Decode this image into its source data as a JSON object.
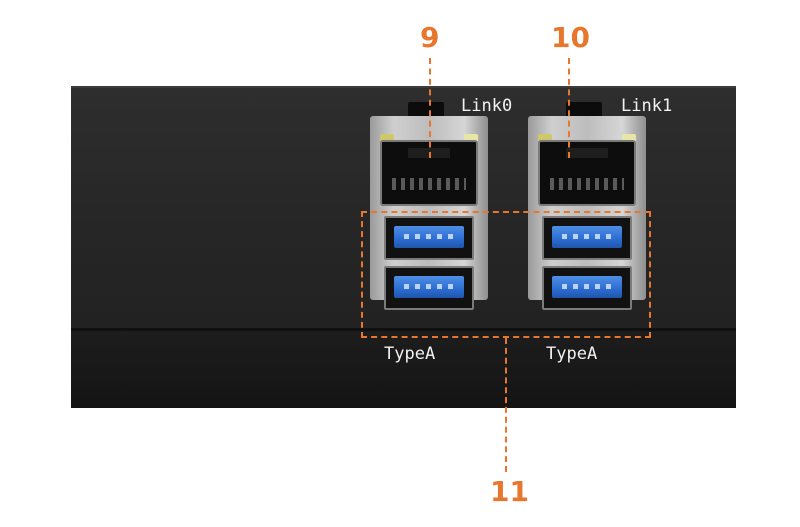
{
  "callouts": {
    "c9": "9",
    "c10": "10",
    "c11": "11"
  },
  "labels": {
    "link0": "Link0",
    "link1": "Link1",
    "typeA_left": "TypeA",
    "typeA_right": "TypeA"
  },
  "colors": {
    "callout": "#e8772e",
    "chassis": "#232323",
    "usb_tongue": "#2c6cd0",
    "label_text": "#f2f2f2"
  }
}
